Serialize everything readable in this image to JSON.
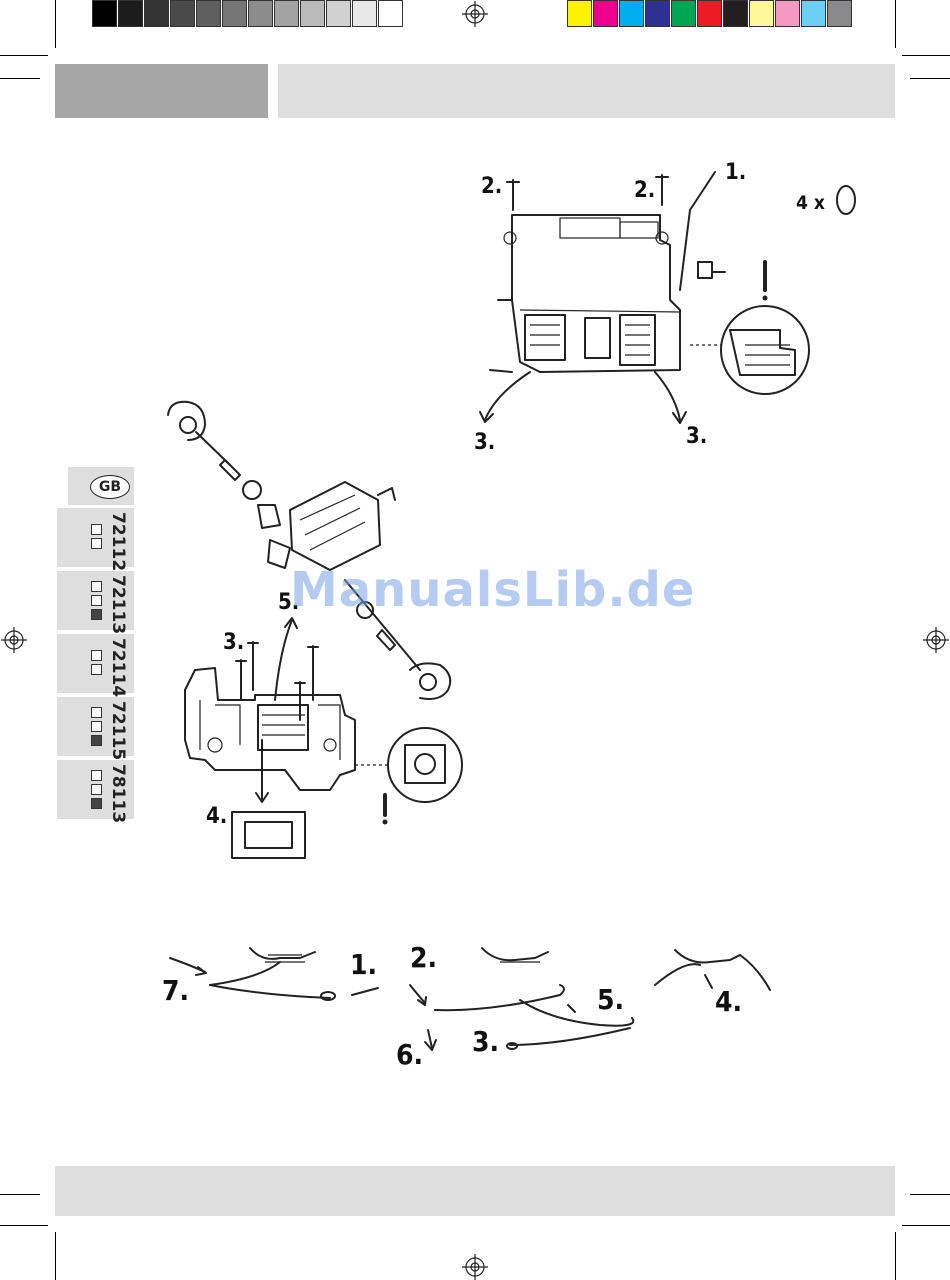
{
  "colorbar": {
    "grays": [
      "#000000",
      "#1c1c1c",
      "#333333",
      "#4a4a4a",
      "#5f5f5f",
      "#767676",
      "#8c8c8c",
      "#a3a3a3",
      "#bababa",
      "#d1d1d1",
      "#e8e8e8",
      "#ffffff"
    ],
    "colors": [
      "#fff200",
      "#ec008c",
      "#00aeef",
      "#2e3192",
      "#00a651",
      "#ed1c24",
      "#231f20",
      "#fff799",
      "#f49ac1",
      "#6dcff6",
      "#8a8a8a"
    ]
  },
  "tabs": {
    "lang": "GB",
    "models": [
      "72112",
      "72113",
      "72114",
      "72115",
      "78113"
    ]
  },
  "figure_top": {
    "step1": "1.",
    "step2a": "2.",
    "step2b": "2.",
    "step3a": "3.",
    "step3b": "3.",
    "qty": "4 x",
    "warn": "!"
  },
  "figure_mid": {
    "step3": "3.",
    "step4": "4.",
    "step5": "5.",
    "warn": "!"
  },
  "figure_bottom": {
    "s1": "1.",
    "s2": "2.",
    "s3": "3.",
    "s4": "4.",
    "s5": "5.",
    "s6": "6.",
    "s7": "7."
  },
  "watermark": "ManualsLib.de"
}
